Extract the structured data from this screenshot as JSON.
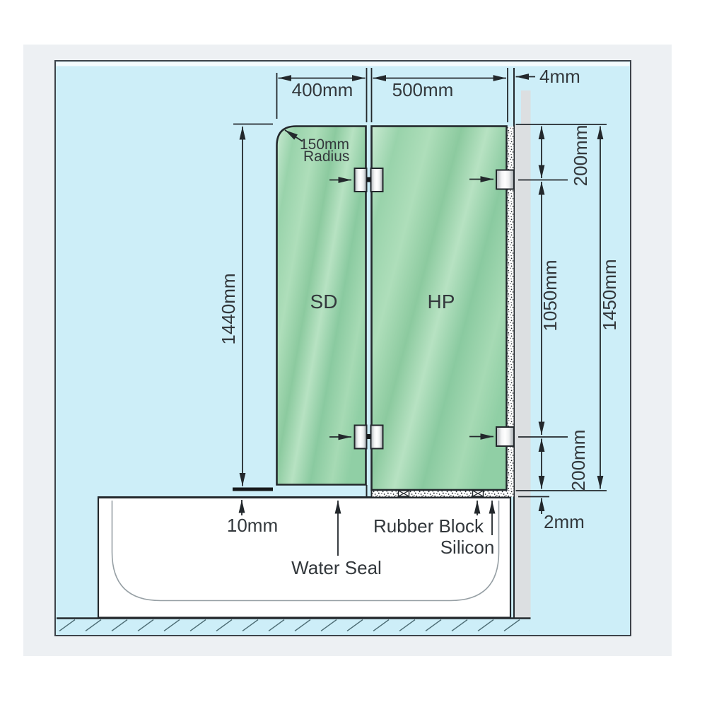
{
  "diagram": {
    "background_color": "#cdeef8",
    "glass_color": "#93cfa6",
    "wall_color": "#dcdfe1",
    "dimensions": {
      "left_panel_width": "400mm",
      "right_panel_width": "500mm",
      "wall_gap": "4mm",
      "left_panel_height": "1440mm",
      "top_bracket_offset": "200mm",
      "bracket_spacing": "1050mm",
      "right_panel_height": "1450mm",
      "bottom_bracket_offset": "200mm",
      "glass_bottom_gap": "2mm",
      "bath_gap": "10mm",
      "corner_radius": "150mm",
      "corner_radius_word": "Radius"
    },
    "panel_labels": {
      "left": "SD",
      "right": "HP"
    },
    "annotations": {
      "water_seal": "Water Seal",
      "rubber_block": "Rubber Block",
      "silicon": "Silicon"
    }
  }
}
